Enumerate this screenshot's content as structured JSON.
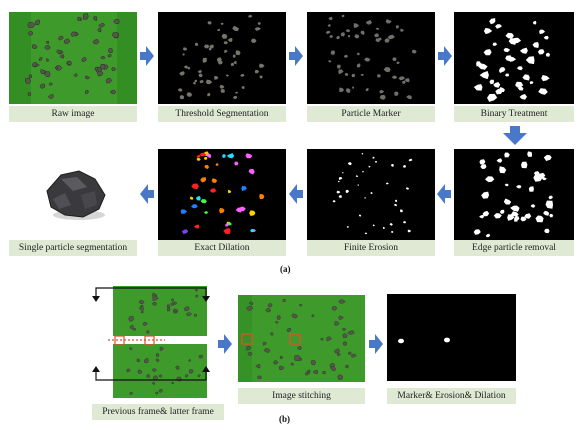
{
  "figure_a": {
    "label": "(a)",
    "captions": {
      "raw_image": "Raw image",
      "threshold_segmentation": "Threshold Segmentation",
      "particle_marker": "Particle Marker",
      "binary_treatment": "Binary Treatment",
      "edge_particle_removal": "Edge particle removal",
      "finite_erosion": "Finite Erosion",
      "exact_dilation": "Exact Dilation",
      "single_particle_segmentation": "Single particle segmentation"
    }
  },
  "figure_b": {
    "label": "(b)",
    "captions": {
      "previous_latter_frame": "Previous frame& latter frame",
      "image_stitching": "Image stitching",
      "marker_erosion_dilation": "Marker& Erosion& Dilation"
    }
  },
  "colors": {
    "arrow": "#4a78c9",
    "caption_bg": "#dfe9d4",
    "belt_green": "#3f9a2c",
    "marker_red": "#e0502a"
  }
}
